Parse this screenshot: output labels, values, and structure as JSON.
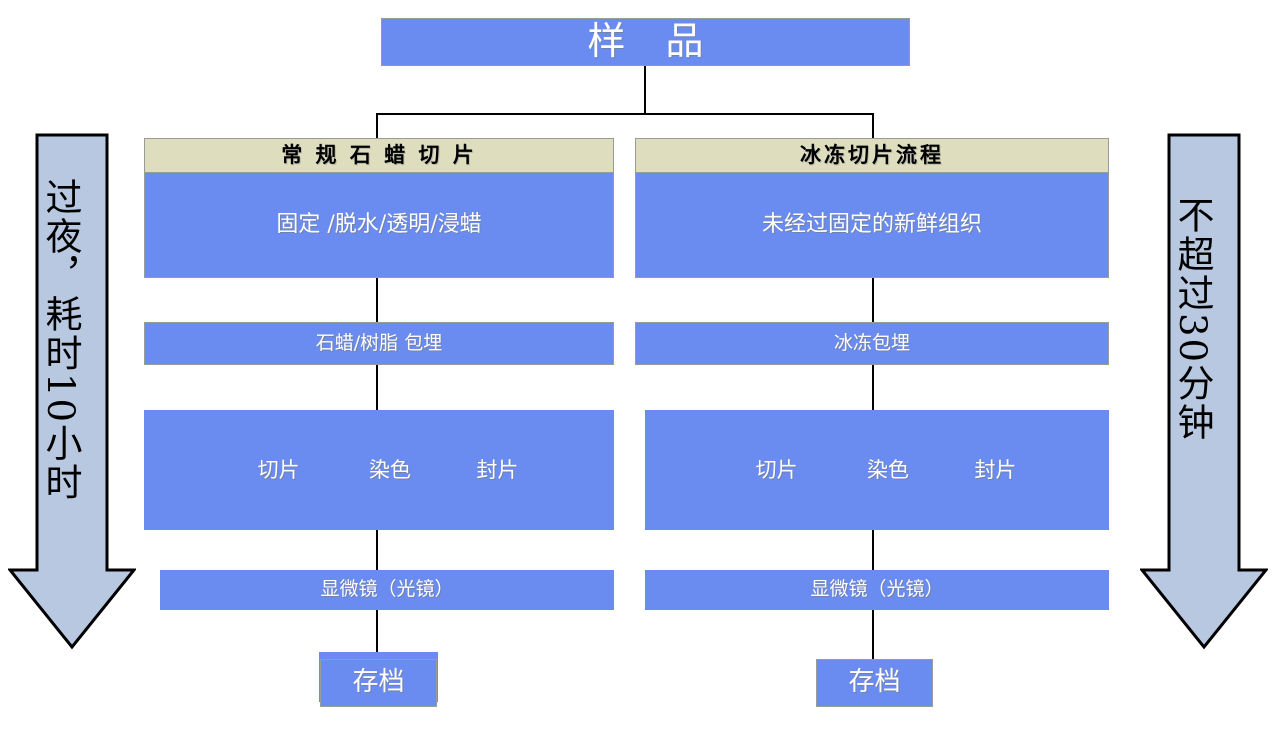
{
  "diagram": {
    "title": "样  品",
    "columns": [
      {
        "id": "paraffin",
        "header": "常 规 石 蜡 切 片",
        "step_fixation": "固定 /脱水/透明/浸蜡",
        "step_embedding": "石蜡/树脂 包埋",
        "step_section": "切片",
        "step_stain": "染色",
        "step_mount": "封片",
        "step_microscope": "显微镜（光镜）",
        "step_archive": "存档"
      },
      {
        "id": "frozen",
        "header": "冰冻切片流程",
        "step_fixation": "未经过固定的新鲜组织",
        "step_embedding": "冰冻包埋",
        "step_section": "切片",
        "step_stain": "染色",
        "step_mount": "封片",
        "step_microscope": "显微镜（光镜）",
        "step_archive": "存档"
      }
    ],
    "annotations": {
      "left_arrow_label": "过夜，耗时10小时",
      "right_arrow_label": "不超过30分钟"
    },
    "colors": {
      "box_fill": "#6a8cf0",
      "header_fill": "#dedebe",
      "box_border": "#9a9a96",
      "arrow_fill": "#b8c8e0",
      "arrow_border": "#000000",
      "box_text": "#ffffff",
      "header_text": "#000000",
      "connector": "#000000"
    }
  }
}
